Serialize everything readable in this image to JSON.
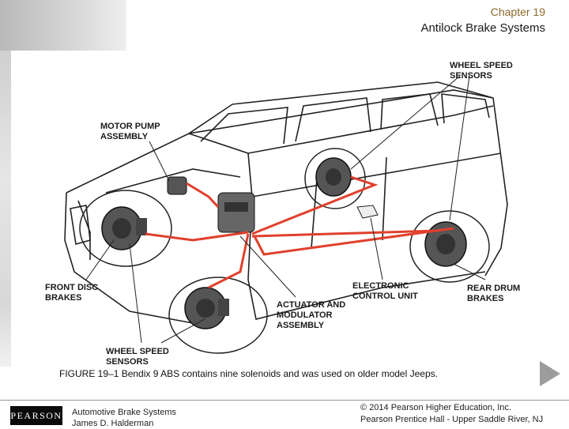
{
  "header": {
    "chapter": "Chapter 19",
    "title": "Antilock Brake Systems"
  },
  "figure": {
    "labels": {
      "wheel_speed_sensors_top": [
        "WHEEL SPEED",
        "SENSORS"
      ],
      "motor_pump": [
        "MOTOR PUMP",
        "ASSEMBLY"
      ],
      "front_disc": [
        "FRONT DISC",
        "BRAKES"
      ],
      "electronic_control": [
        "ELECTRONIC",
        "CONTROL UNIT"
      ],
      "rear_drum": [
        "REAR DRUM",
        "BRAKES"
      ],
      "actuator": [
        "ACTUATOR AND",
        "MODULATOR",
        "ASSEMBLY"
      ],
      "wheel_speed_sensors_bottom": [
        "WHEEL SPEED",
        "SENSORS"
      ]
    },
    "caption": "FIGURE 19–1 Bendix 9 ABS contains nine solenoids and was used on older model Jeeps.",
    "brake_line_color": "#e0402c"
  },
  "footer": {
    "logo": "PEARSON",
    "course": "Automotive Brake Systems",
    "author": "James D. Halderman",
    "copyright": "© 2014 Pearson Higher Education, Inc.",
    "publisher": "Pearson Prentice Hall - Upper Saddle River, NJ"
  },
  "nav": {
    "next_icon": "play-triangle-icon"
  }
}
